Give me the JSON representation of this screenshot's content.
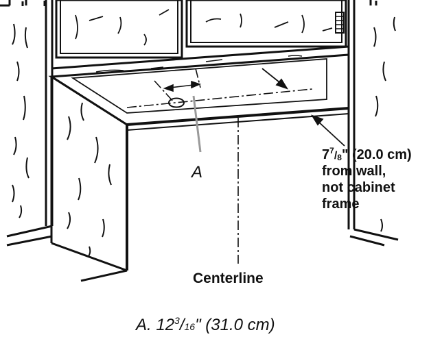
{
  "callout_letter": "A",
  "centerline_label": "Centerline",
  "wall_note": {
    "whole": "7",
    "num": "7",
    "den": "8",
    "metric": "\" (20.0 cm)",
    "line2": "from wall,",
    "line3": "not cabinet",
    "line4": "frame"
  },
  "caption": {
    "prefix": "A.  12",
    "num": "3",
    "den": "16",
    "suffix": "\" (31.0 cm)"
  },
  "colors": {
    "ink": "#111111",
    "leader": "#9a9a9a",
    "background": "#ffffff"
  }
}
